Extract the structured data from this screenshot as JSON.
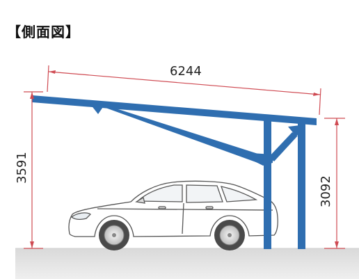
{
  "title": "【側面図】",
  "dimensions": {
    "roof_length": "6244",
    "front_height": "3591",
    "rear_height": "3092"
  },
  "colors": {
    "structure": "#2f6eb0",
    "dimension_line": "#cf4a52",
    "ground": "#e6e6e6"
  }
}
